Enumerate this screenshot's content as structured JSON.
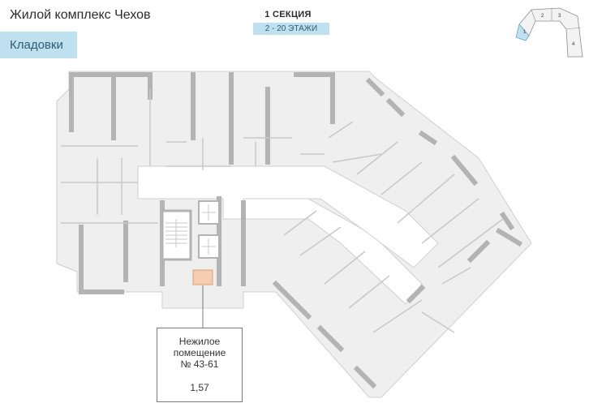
{
  "header": {
    "title": "Жилой комплекс Чехов",
    "category_tab": "Кладовки",
    "section": "1 СЕКЦИЯ",
    "floors": "2 - 20 ЭТАЖИ"
  },
  "minimap": {
    "sections": [
      "1",
      "2",
      "3",
      "4"
    ],
    "highlight_color": "#bfe0ef"
  },
  "plan": {
    "wall_color": "#b3b3b3",
    "floor_color": "#efefef",
    "highlight_color": "#f6cdb0"
  },
  "callout": {
    "name": "Нежилое\nпомещение",
    "number": "№ 43-61",
    "area": "1,57"
  }
}
